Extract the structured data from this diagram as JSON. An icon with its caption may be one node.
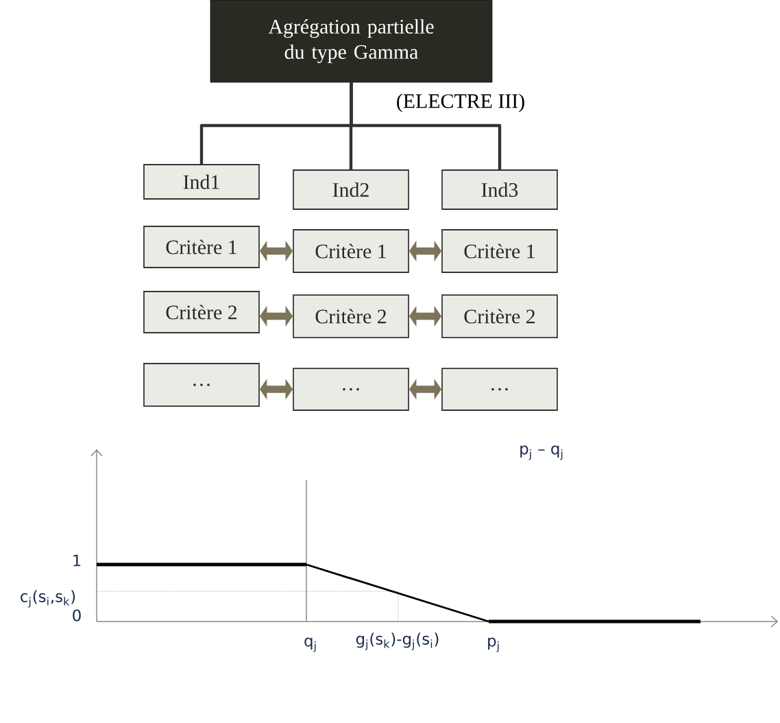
{
  "diagram": {
    "nodes": [
      {
        "text": [
          "Agrégation partielle du type Gamma"
        ]
      },
      {
        "text": [
          "Ind1"
        ]
      },
      {
        "text": [
          "Ind2"
        ]
      },
      {
        "text": [
          "Ind3"
        ]
      },
      {
        "text": [
          "Critère 1"
        ]
      },
      {
        "text": [
          "Critère 1"
        ]
      },
      {
        "text": [
          "Critère 1"
        ]
      },
      {
        "text": [
          "Critère 2"
        ]
      },
      {
        "text": [
          "Critère 2"
        ]
      },
      {
        "text": [
          "Critère 2"
        ]
      },
      {
        "text": [
          "…"
        ]
      },
      {
        "text": [
          "…"
        ]
      },
      {
        "text": [
          "…"
        ]
      }
    ],
    "edges": [
      {
        "from": 0,
        "to": 1,
        "arrow": "none",
        "color": "#333333"
      },
      {
        "from": 0,
        "to": 2,
        "arrow": "none",
        "color": "#333333"
      },
      {
        "from": 0,
        "to": 3,
        "arrow": "none",
        "color": "#333333"
      },
      {
        "from": 4,
        "to": 5,
        "arrow": "both"
      },
      {
        "from": 5,
        "to": 6,
        "arrow": "both"
      },
      {
        "from": 7,
        "to": 8,
        "arrow": "both"
      },
      {
        "from": 8,
        "to": 9,
        "arrow": "both"
      },
      {
        "from": 10,
        "to": 11,
        "arrow": "both"
      },
      {
        "from": 11,
        "to": 12,
        "arrow": "both"
      }
    ],
    "labels": [
      "(ELECTRE III)",
      "p$_{j}$ – q$_{j}$",
      "1",
      "c$_{j}$(s$_{i}$,s$_{k}$)",
      "0",
      "g$_{j}$(s$_{k}$)-g$_{j}$(s$_{i}$)",
      "q$_{j}$",
      "p$_{j}$"
    ]
  }
}
